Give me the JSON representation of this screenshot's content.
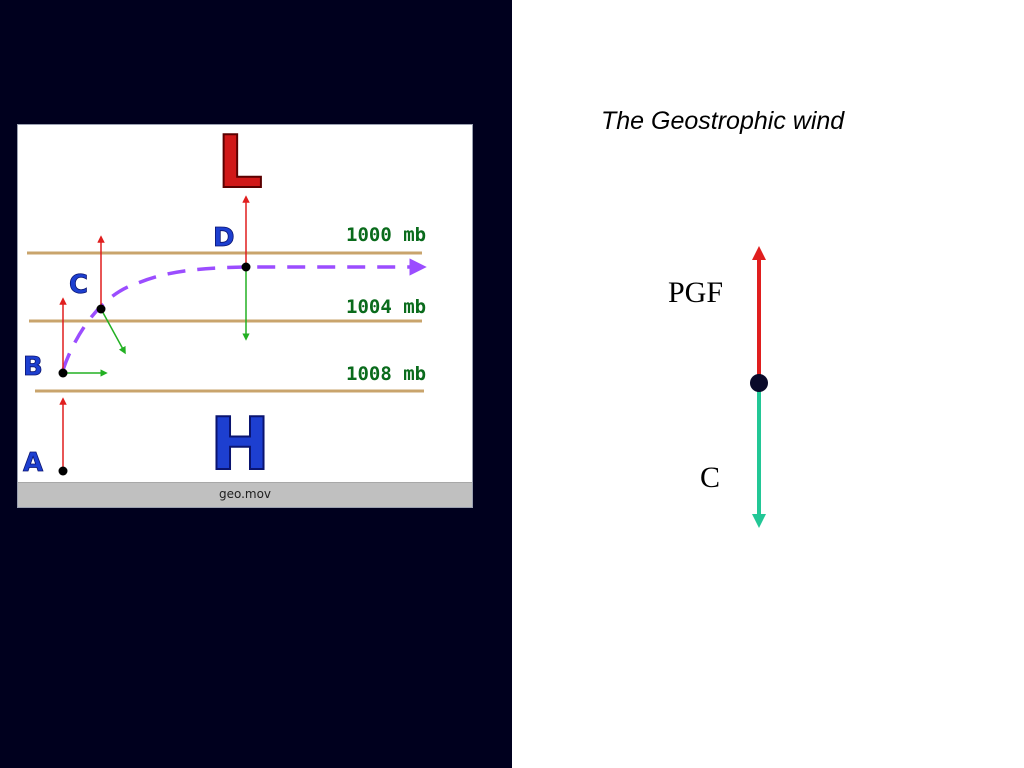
{
  "title": "The Geostrophic wind",
  "movie": {
    "caption": "geo.mov",
    "low_label": "L",
    "high_label": "H",
    "isobars": [
      "1000 mb",
      "1004 mb",
      "1008 mb"
    ],
    "points": [
      "A",
      "B",
      "C",
      "D"
    ]
  },
  "force_diagram": {
    "pgf_label": "PGF",
    "coriolis_label": "C"
  },
  "colors": {
    "background_left": "#00001e",
    "pgf_arrow": "#e01e1e",
    "coriolis_arrow": "#22c796",
    "isobar": "#c9a46c",
    "wind_path": "#9b4dff",
    "point_label": "#1d3fd0",
    "isobar_label": "#0a6b1c",
    "coriolis_movie": "#22b022"
  }
}
